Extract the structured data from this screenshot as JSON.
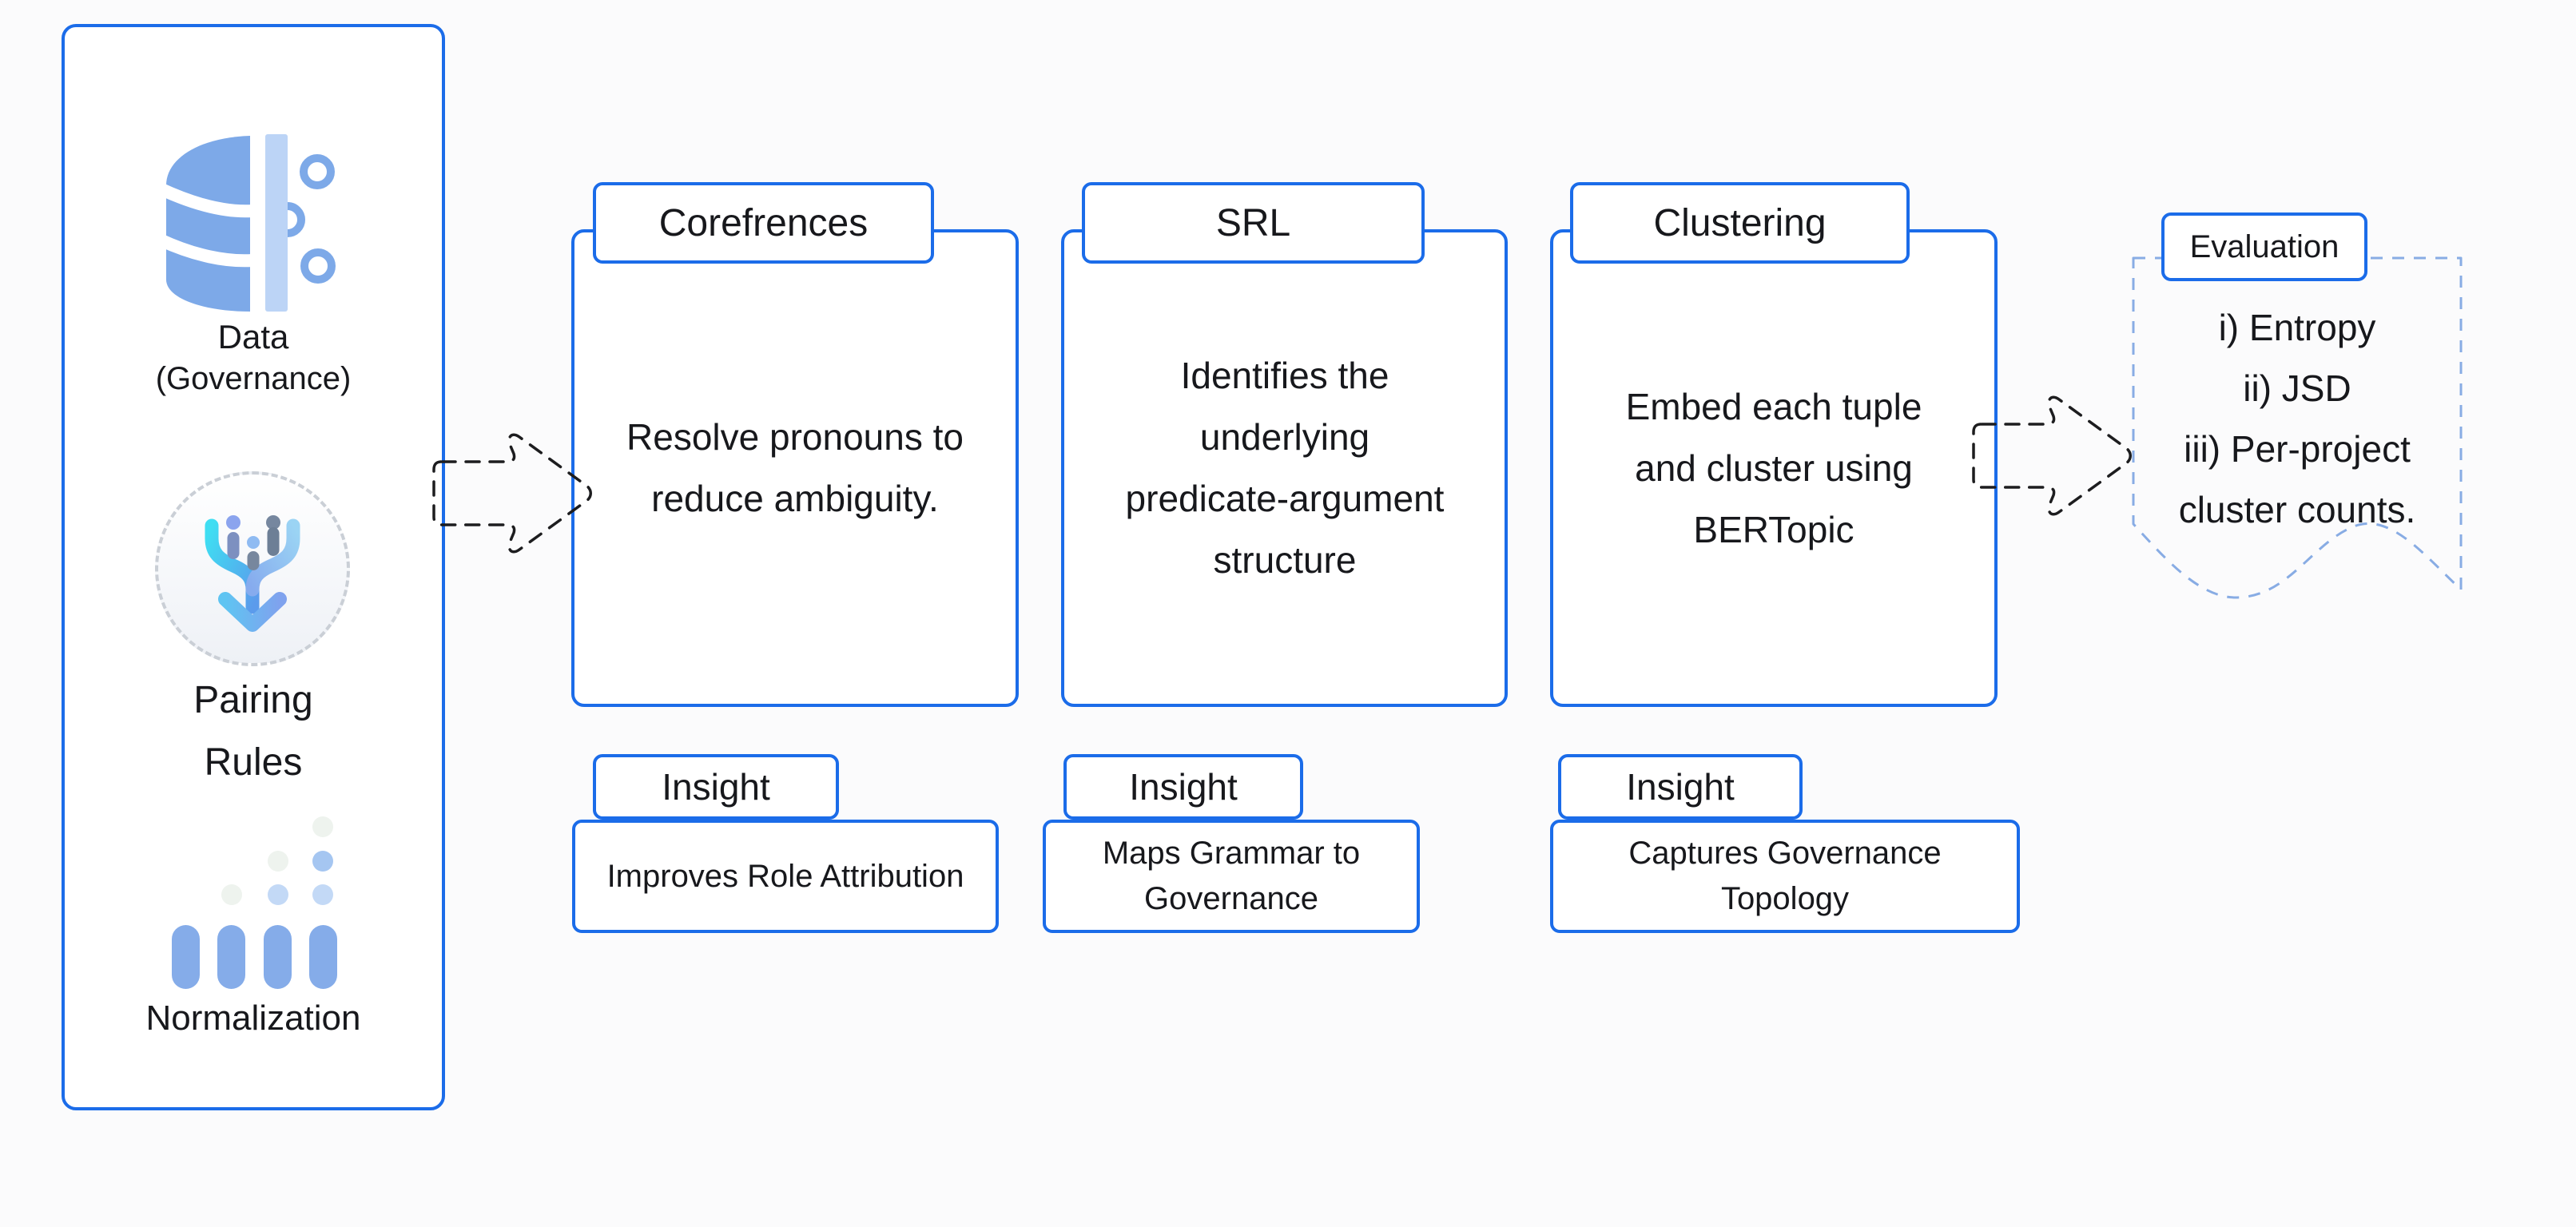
{
  "colors": {
    "accent_blue": "#1b6ce9",
    "dashed_doc_blue": "#88ace4",
    "arrow_black": "#1d1d1f",
    "text_dark": "#17181c",
    "icon_blue": "#7da9e8",
    "icon_blue_pale": "#bcd4f6",
    "bar_blue": "#85ace9",
    "dot_blue": "#a5c6f1",
    "dot_blue_pale": "#c3d9f6",
    "dot_faint": "#eef3ee",
    "circle_dash_gray": "#cacfd6",
    "bg": "#fbfbfc",
    "panel_bg": "#ffffff"
  },
  "flow": {
    "source_panel": {
      "items": [
        {
          "icon": "database-icon",
          "lines": [
            "Data",
            "(Governance)"
          ]
        },
        {
          "icon": "merge-icon",
          "lines": [
            "Pairing",
            "Rules"
          ]
        },
        {
          "icon": "bars-icon",
          "lines": [
            "Normalization"
          ]
        }
      ]
    },
    "stages": [
      {
        "title": "Corefrences",
        "body_lines": [
          "Resolve pronouns to",
          "reduce ambiguity."
        ]
      },
      {
        "title": "SRL",
        "body_lines": [
          "Identifies the",
          "underlying",
          "predicate-argument",
          "structure"
        ]
      },
      {
        "title": "Clustering",
        "body_lines": [
          "Embed each tuple",
          "and cluster using",
          "BERTopic"
        ]
      }
    ],
    "insights": [
      {
        "title": "Insight",
        "body_lines": [
          "Improves Role Attribution"
        ]
      },
      {
        "title": "Insight",
        "body_lines": [
          "Maps Grammar to",
          "Governance"
        ]
      },
      {
        "title": "Insight",
        "body_lines": [
          "Captures Governance",
          "Topology"
        ]
      }
    ],
    "evaluation": {
      "title": "Evaluation",
      "lines": [
        "i) Entropy",
        "ii) JSD",
        "iii) Per-project",
        "cluster counts."
      ]
    }
  }
}
